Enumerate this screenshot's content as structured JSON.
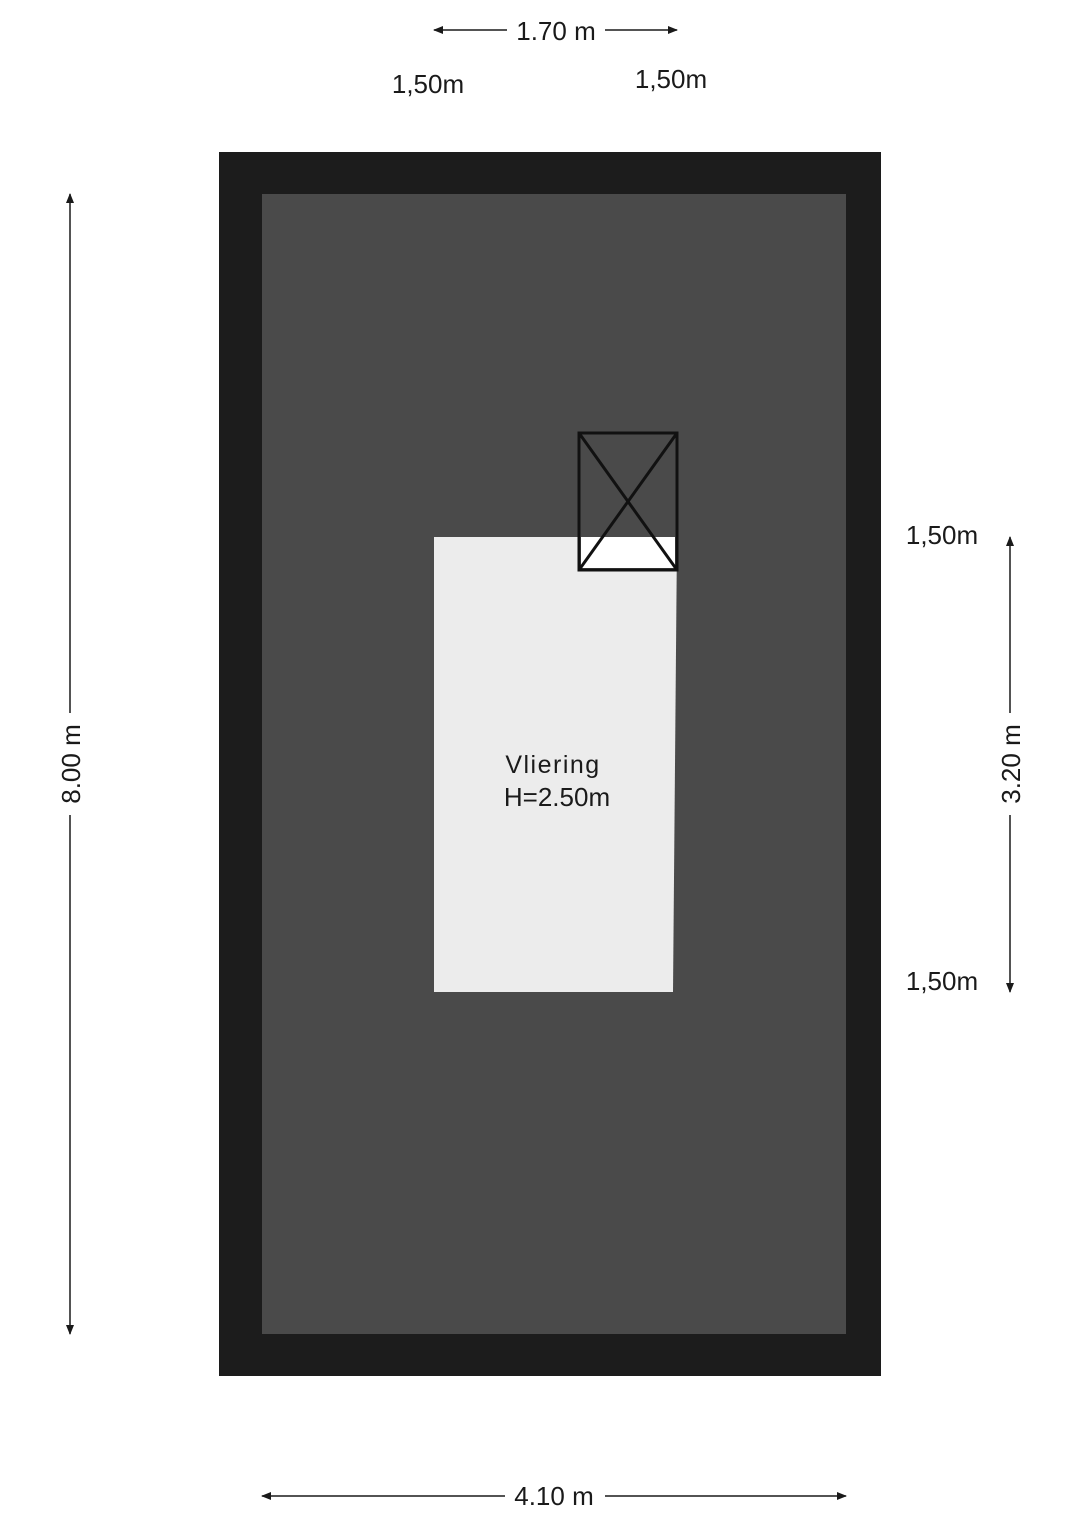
{
  "floorplan": {
    "room": {
      "name": "Vliering",
      "height_label": "H=2.50m"
    },
    "dimensions": {
      "width_total": "4.10 m",
      "length_total": "8.00 m",
      "top_span": "1.70 m",
      "top_left_offset": "1,50m",
      "top_right_offset": "1,50m",
      "right_span": "3.20 m",
      "right_top_offset": "1,50m",
      "right_bottom_offset": "1,50m"
    },
    "colors": {
      "wall": "#1c1c1c",
      "unusable_area": "#4a4a4a",
      "usable_area": "#ececec",
      "background": "#ffffff"
    }
  }
}
